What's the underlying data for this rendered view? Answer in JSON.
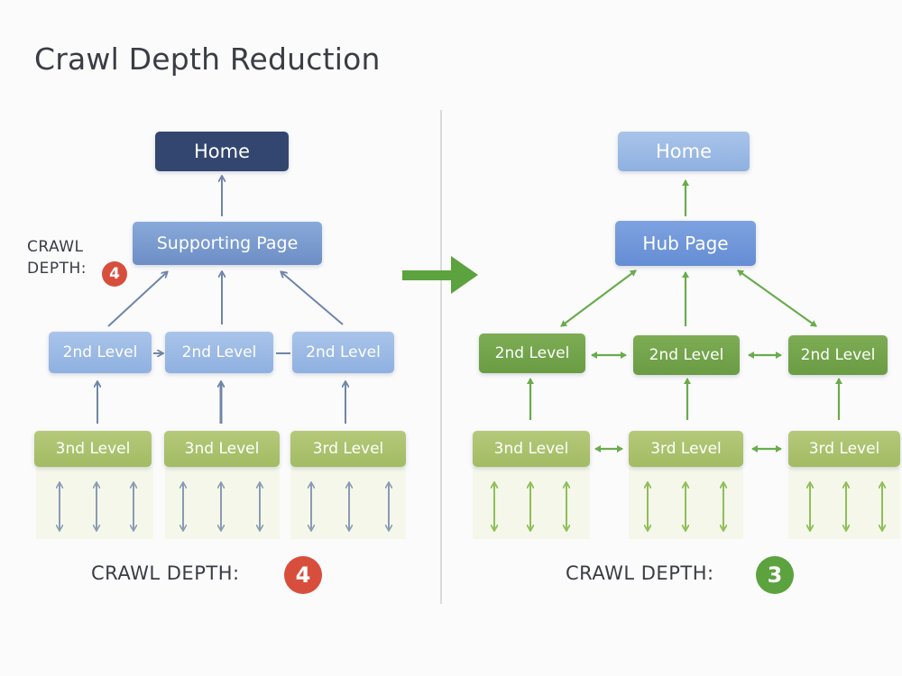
{
  "title": "Crawl Depth Reduction",
  "left": {
    "home": "Home",
    "supporting": "Supporting Page",
    "level2": [
      "2nd Level",
      "2nd Level",
      "2nd Level"
    ],
    "level3": [
      "3nd Level",
      "3nd Level",
      "3rd Level"
    ],
    "side_label_line1": "CRAWL",
    "side_label_line2": "DEPTH:",
    "side_value": "4",
    "depth_label": "CRAWL DEPTH:",
    "depth_value": "4"
  },
  "right": {
    "home": "Home",
    "hub": "Hub Page",
    "level2": [
      "2nd Level",
      "2nd Level",
      "2nd Level"
    ],
    "level3": [
      "3nd Level",
      "3rd Level",
      "3rd Level"
    ],
    "depth_label": "CRAWL DEPTH:",
    "depth_value": "3"
  },
  "colors": {
    "left_arrow": "#6f86a8",
    "right_arrow": "#6aac4c",
    "transition_arrow": "#5ca23e",
    "badge_red": "#d84e3d",
    "badge_green": "#5ca23e"
  }
}
